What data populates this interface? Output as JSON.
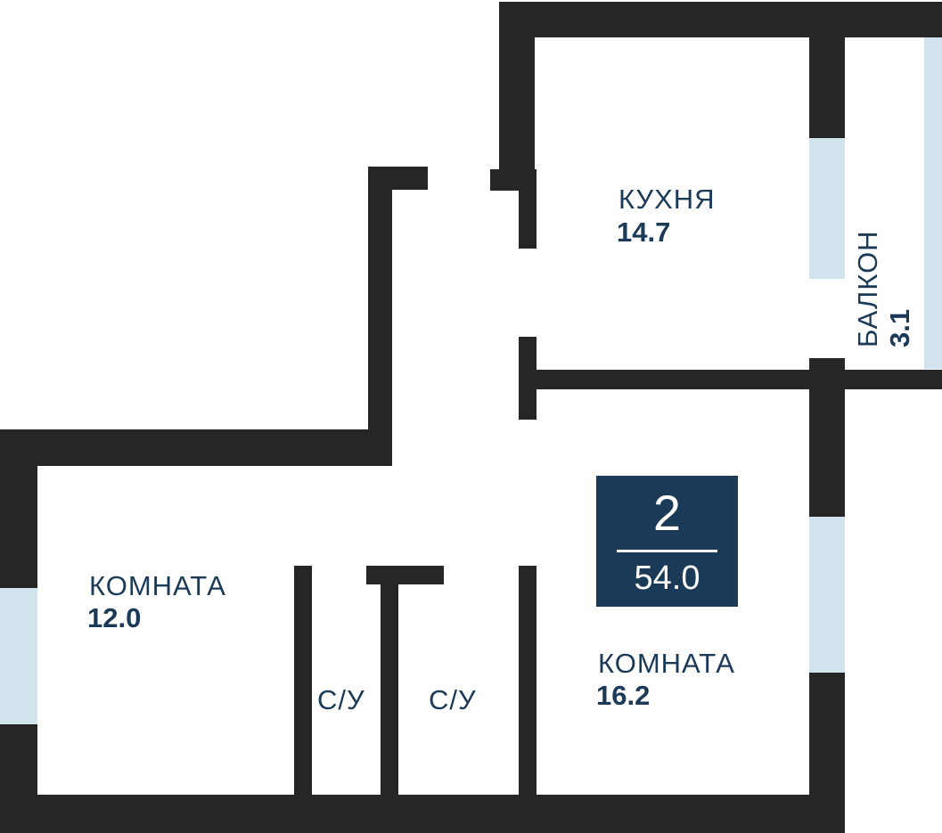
{
  "colors": {
    "wall": "#262626",
    "window": "#d1e4ee",
    "text": "#1b3a57",
    "badge_bg": "#1b3a57",
    "badge_text": "#ffffff"
  },
  "rooms": {
    "kitchen": {
      "name": "КУХНЯ",
      "area": "14.7"
    },
    "balcony": {
      "name": "БАЛКОН",
      "area": "3.1"
    },
    "room_left": {
      "name": "КОМНАТА",
      "area": "12.0"
    },
    "room_right": {
      "name": "КОМНАТА",
      "area": "16.2"
    },
    "bathroom_1": {
      "name": "С/У"
    },
    "bathroom_2": {
      "name": "С/У"
    }
  },
  "badge": {
    "rooms_count": "2",
    "total_area": "54.0"
  }
}
